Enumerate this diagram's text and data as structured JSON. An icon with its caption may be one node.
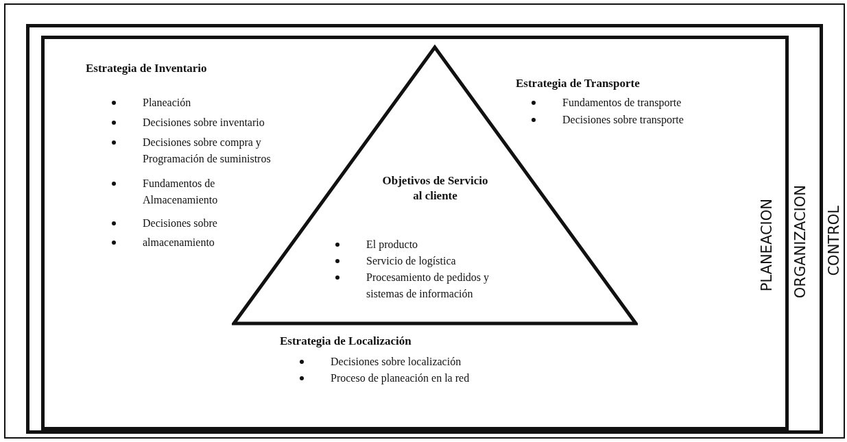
{
  "diagram": {
    "nodes": [
      {
        "text": [
          "CONTROL"
        ]
      },
      {
        "text": [
          "ORGANIZACION"
        ],
        "in": 0
      },
      {
        "text": [
          "PLANEACION"
        ],
        "in": 1
      },
      {
        "text": [
          "Objetivos de Servicio al cliente",
          "El producto",
          "Servicio de logística",
          "Procesamiento de pedidos y sistemas de información"
        ],
        "in": 2
      }
    ],
    "labels": [
      "Estrategia de Inventario",
      "Planeación",
      "Decisiones sobre inventario",
      "Decisiones sobre compra y Programación de suministros",
      "Fundamentos de Almacenamiento",
      "Decisiones sobre",
      "almacenamiento",
      "Estrategia de Transporte",
      "Fundamentos de transporte",
      "Decisiones sobre transporte",
      "Estrategia de Localización",
      "Decisiones sobre localización",
      "Proceso de planeación en la red"
    ]
  }
}
